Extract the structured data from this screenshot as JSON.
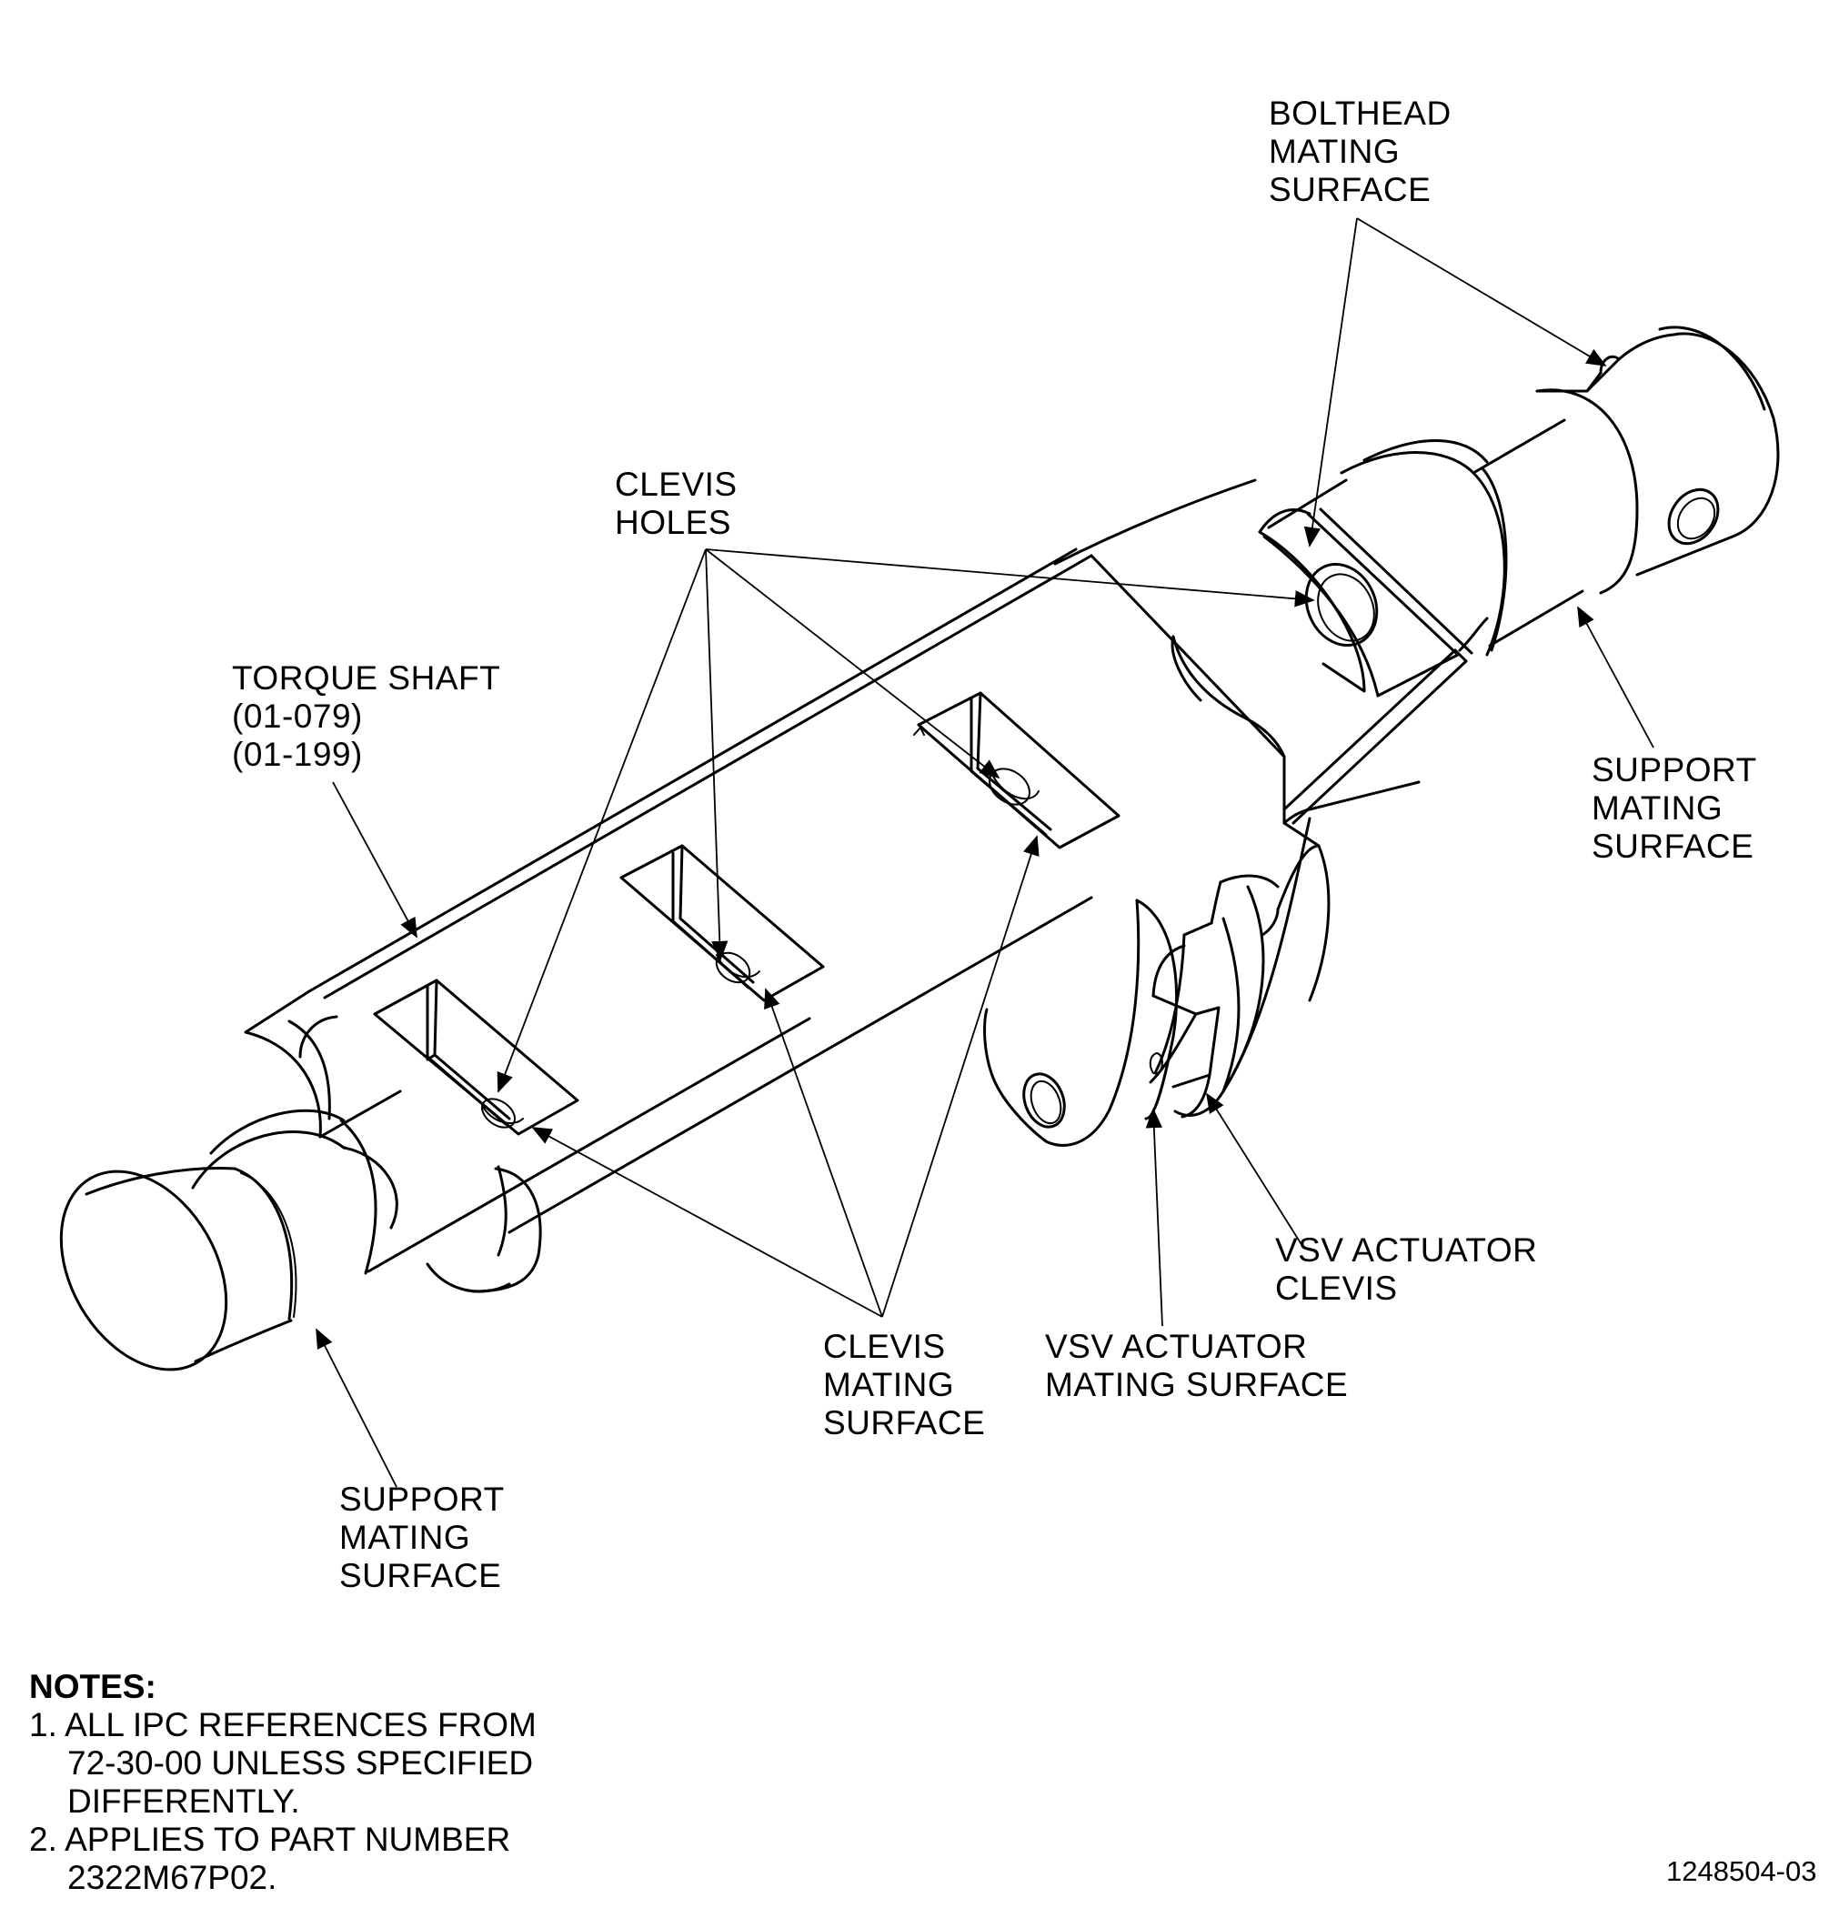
{
  "labels": {
    "bolthead": [
      "BOLTHEAD",
      "MATING",
      "SURFACE"
    ],
    "clevis_holes": [
      "CLEVIS",
      "HOLES"
    ],
    "torque_shaft": [
      "TORQUE SHAFT",
      "(01-079)",
      "(01-199)"
    ],
    "support_right": [
      "SUPPORT",
      "MATING",
      "SURFACE"
    ],
    "vsv_clevis": [
      "VSV ACTUATOR",
      "CLEVIS"
    ],
    "vsv_mating": [
      "VSV ACTUATOR",
      "MATING SURFACE"
    ],
    "clevis_mating": [
      "CLEVIS",
      "MATING",
      "SURFACE"
    ],
    "support_left": [
      "SUPPORT",
      "MATING",
      "SURFACE"
    ]
  },
  "notes": {
    "title": "NOTES:",
    "items": [
      [
        "1. ALL IPC REFERENCES FROM",
        "72-30-00 UNLESS SPECIFIED",
        "DIFFERENTLY."
      ],
      [
        "2. APPLIES TO PART NUMBER",
        "2322M67P02."
      ]
    ]
  },
  "figure_number": "1248504-03"
}
